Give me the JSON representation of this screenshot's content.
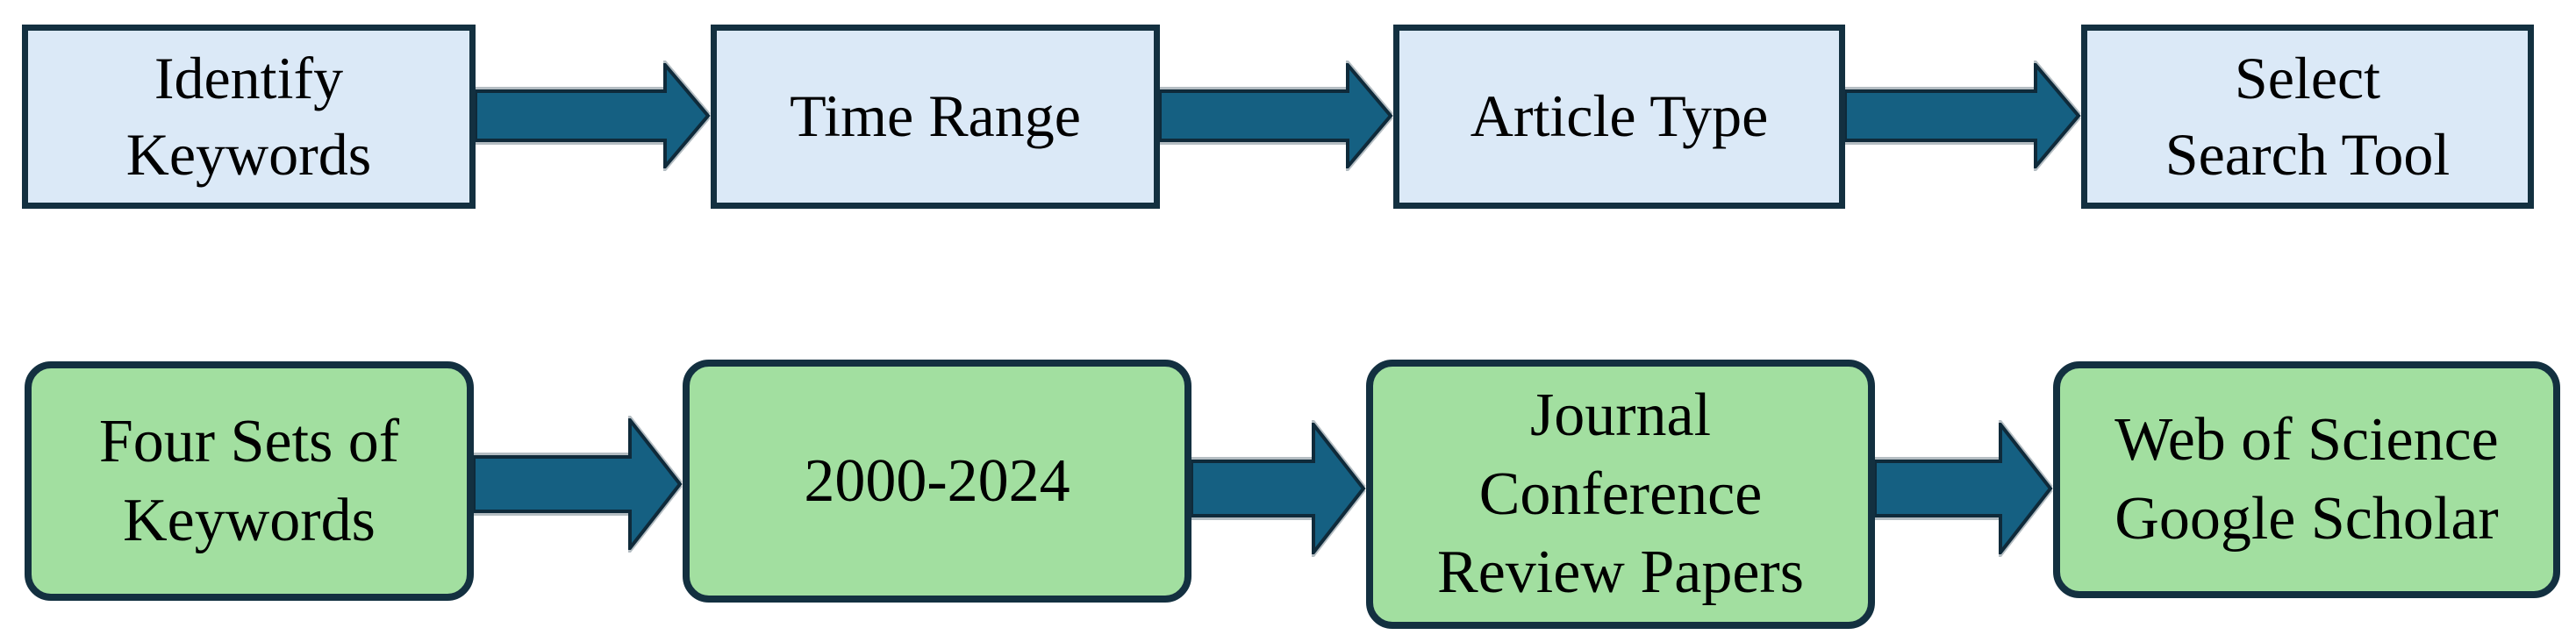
{
  "diagram": {
    "title": "Literature search flow diagram",
    "top_row": {
      "style": "light-blue rectangles",
      "steps": [
        {
          "label": "Identify\nKeywords"
        },
        {
          "label": "Time Range"
        },
        {
          "label": "Article Type"
        },
        {
          "label": "Select\nSearch Tool"
        }
      ]
    },
    "bottom_row": {
      "style": "green rounded rectangles",
      "steps": [
        {
          "label": "Four Sets of\nKeywords"
        },
        {
          "label": "2000-2024"
        },
        {
          "label": "Journal\nConference\nReview Papers"
        },
        {
          "label": "Web of Science\nGoogle Scholar"
        }
      ]
    },
    "connector": "right-block-arrow"
  },
  "colors": {
    "background": "#ffffff",
    "top_box_fill": "#dbe9f7",
    "bottom_box_fill": "#a2dfa0",
    "box_border": "#133040",
    "arrow_fill": "#156082",
    "arrow_outline": "#0f2a3a",
    "arrow_glow": "#b4bdc2",
    "text": "#000000"
  }
}
